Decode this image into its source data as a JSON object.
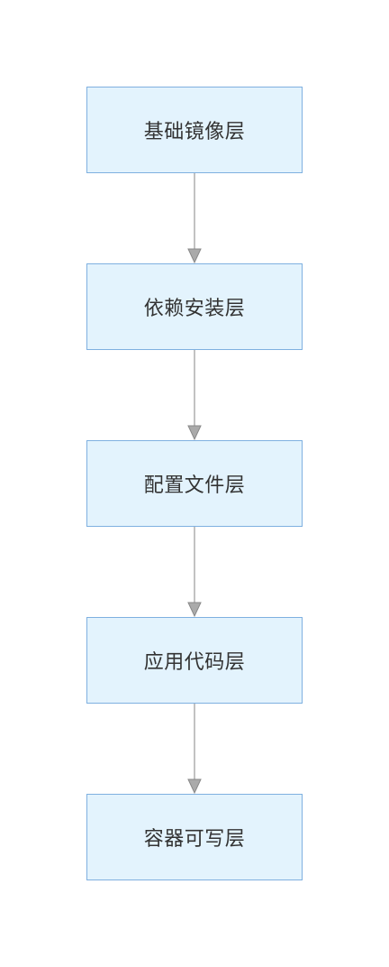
{
  "diagram": {
    "nodes": [
      {
        "id": "n0",
        "label": "基础镜像层"
      },
      {
        "id": "n1",
        "label": "依赖安装层"
      },
      {
        "id": "n2",
        "label": "配置文件层"
      },
      {
        "id": "n3",
        "label": "应用代码层"
      },
      {
        "id": "n4",
        "label": "容器可写层"
      }
    ],
    "edges": [
      {
        "from": "n0",
        "to": "n1"
      },
      {
        "from": "n1",
        "to": "n2"
      },
      {
        "from": "n2",
        "to": "n3"
      },
      {
        "from": "n3",
        "to": "n4"
      }
    ],
    "colors": {
      "node_fill": "#e3f3fd",
      "node_border": "#7fb0e0",
      "edge": "#999999",
      "text": "#333333"
    }
  }
}
